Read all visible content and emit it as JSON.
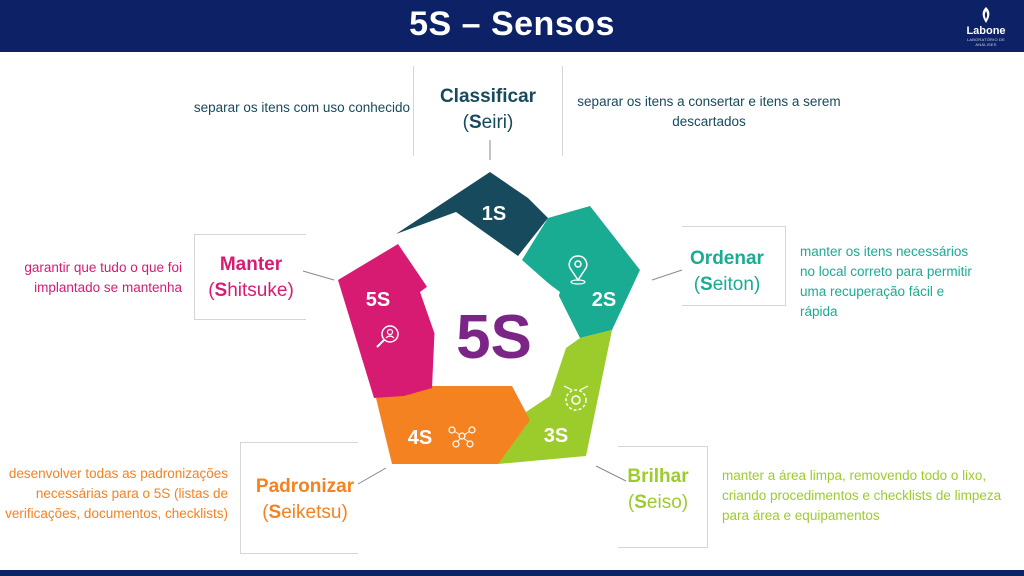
{
  "header": {
    "title": "5S – Sensos"
  },
  "logo": {
    "name": "Labone",
    "tagline": "LABORATÓRIO DE ANÁLISES"
  },
  "center_label": "5S",
  "colors": {
    "header_bg": "#0d2166",
    "seiri": "#174a5c",
    "seiton": "#1aab93",
    "seiso": "#9ccc2b",
    "seiketsu": "#f58220",
    "shitsuke": "#d81b72",
    "center": "#7b2586"
  },
  "senses": [
    {
      "num": "1S",
      "name": "Classificar",
      "jp_bold": "S",
      "jp_rest": "eiri",
      "icon": "gear-tools-icon",
      "description": [
        "separar os itens com uso conhecido",
        "separar os  itens a consertar e itens a serem descartados"
      ]
    },
    {
      "num": "2S",
      "name": "Ordenar",
      "jp_bold": "S",
      "jp_rest": "eiton",
      "icon": "location-pin-icon",
      "description": [
        "manter os itens necessários no local correto para permitir uma recuperação fácil e rápida"
      ]
    },
    {
      "num": "3S",
      "name": "Brilhar",
      "jp_bold": "S",
      "jp_rest": "eiso",
      "icon": "cleaning-gear-icon",
      "description": [
        "manter a área limpa, removendo todo o lixo, criando procedimentos e checklists de limpeza para área e equipamentos"
      ]
    },
    {
      "num": "4S",
      "name": "Padronizar",
      "jp_bold": "S",
      "jp_rest": "eiketsu",
      "icon": "network-molecule-icon",
      "description": [
        "desenvolver todas as padronizações necessárias para o 5S (listas de verificações, documentos, checklists)"
      ]
    },
    {
      "num": "5S",
      "name": "Manter",
      "jp_bold": "S",
      "jp_rest": "hitsuke",
      "icon": "search-person-icon",
      "description": [
        "garantir que tudo o que foi implantado se mantenha"
      ]
    }
  ]
}
